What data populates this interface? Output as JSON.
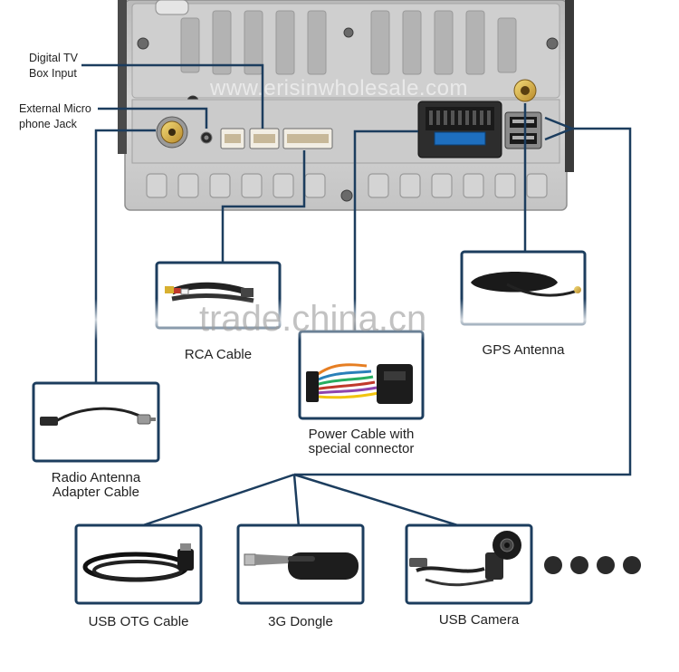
{
  "labels": {
    "digital_tv_line1": "Digital TV",
    "digital_tv_line2": "Box Input",
    "ext_mic_line1": "External Micro",
    "ext_mic_line2": "phone Jack",
    "rca": "RCA Cable",
    "gps": "GPS Antenna",
    "power_line1": "Power Cable with",
    "power_line2": "special connector",
    "radio_line1": "Radio Antenna",
    "radio_line2": "Adapter Cable",
    "usb_otg": "USB OTG Cable",
    "dongle": "3G Dongle",
    "usb_camera": "USB Camera"
  },
  "watermarks": {
    "top": "www.erisinwholesale.com",
    "center": "trade.china.cn"
  },
  "colors": {
    "line": "#1c3d5e",
    "frame": "#1c3d5e",
    "panel": "#c9c9c9",
    "dots": "#2a2a2a"
  },
  "more_indicator_dots": 4
}
